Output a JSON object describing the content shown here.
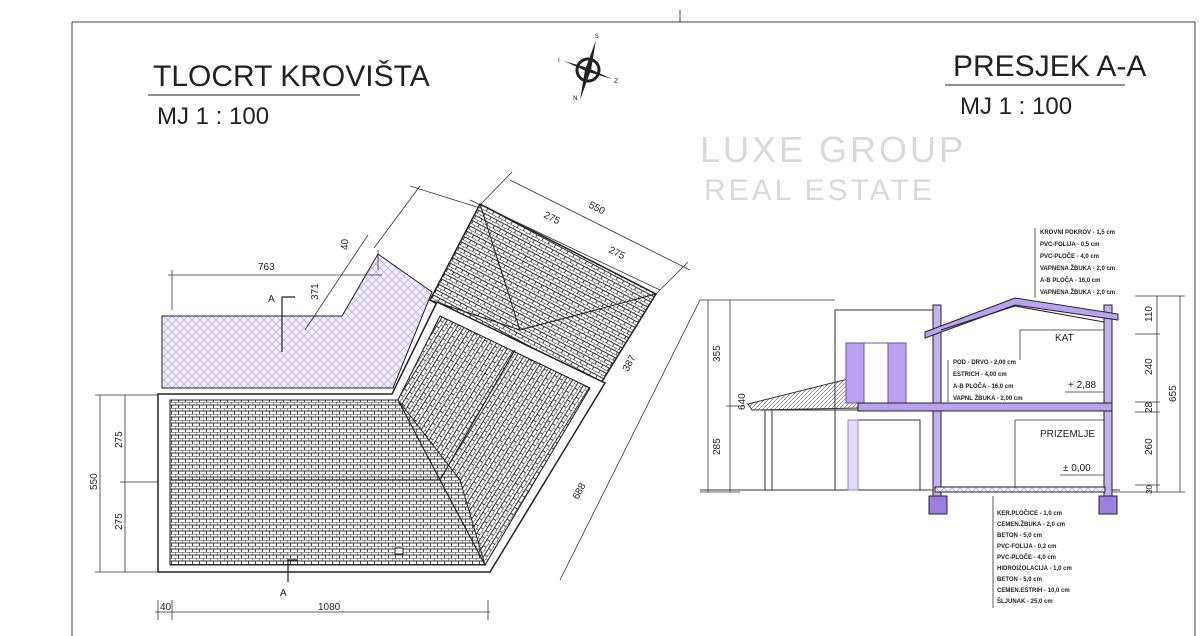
{
  "roof_plan": {
    "title": "TLOCRT KROVIŠTA",
    "scale": "MJ 1 : 100",
    "section_marker": "A",
    "dimensions": {
      "top_length": "763",
      "offset": "40",
      "terrace_depth": "371",
      "upper_half_1": "275",
      "upper_total": "550",
      "upper_half_2": "275",
      "diag_short": "387",
      "diag_long": "688",
      "left_total": "550",
      "left_upper": "275",
      "left_lower": "275",
      "bottom_offset": "40",
      "bottom_length": "1080"
    }
  },
  "compass": {
    "letters": [
      "S",
      "I",
      "Z",
      "N"
    ]
  },
  "section": {
    "title": "PRESJEK A-A",
    "scale": "MJ 1 : 100",
    "rooms": {
      "upper": "KAT",
      "ground": "PRIZEMLJE"
    },
    "levels": {
      "upper": "+ 2,88",
      "ground": "± 0,00"
    },
    "left_dims": {
      "upper": "355",
      "total": "640",
      "lower": "285"
    },
    "right_dims": {
      "top": "110",
      "upper": "240",
      "slab": "28",
      "lower": "260",
      "base": "30",
      "total": "655"
    },
    "roof_layers": [
      "KROVNI POKROV - 1,5 cm",
      "PVC-FOLIJA - 0,5 cm",
      "PVC-PLOČE - 4,0 cm",
      "VAPNENA ŽBUKA - 2,0 cm",
      "A-B PLOČA - 16,0 cm",
      "VAPNENA ŽBUKA - 2,0 cm"
    ],
    "floor_layers": [
      "POD - DRVO - 2,00 cm",
      "ESTRICH - 4,00 cm",
      "A-B PLOČA - 16,0 cm",
      "VAPNL ŽBUKA - 2,00 cm"
    ],
    "ground_layers": [
      "KER.PLOČICE - 1,0 cm",
      "CEMEN.ŽBUKA - 2,0 cm",
      "BETON - 5,0 cm",
      "PVC-FOLIJA - 0,2 cm",
      "PVC-PLOČE - 4,0 cm",
      "HIDROIZOLACIJA - 1,0 cm",
      "BETON - 5,0 cm",
      "CEMEN.ESTRIH - 10,0 cm",
      "ŠLJUNAK - 25,0 cm"
    ]
  },
  "watermark": {
    "line1": "LUXE GROUP",
    "line2": "REAL ESTATE"
  },
  "colors": {
    "accent": "#9b7fe0",
    "line": "#222222",
    "hatch": "#b9a8ec"
  }
}
